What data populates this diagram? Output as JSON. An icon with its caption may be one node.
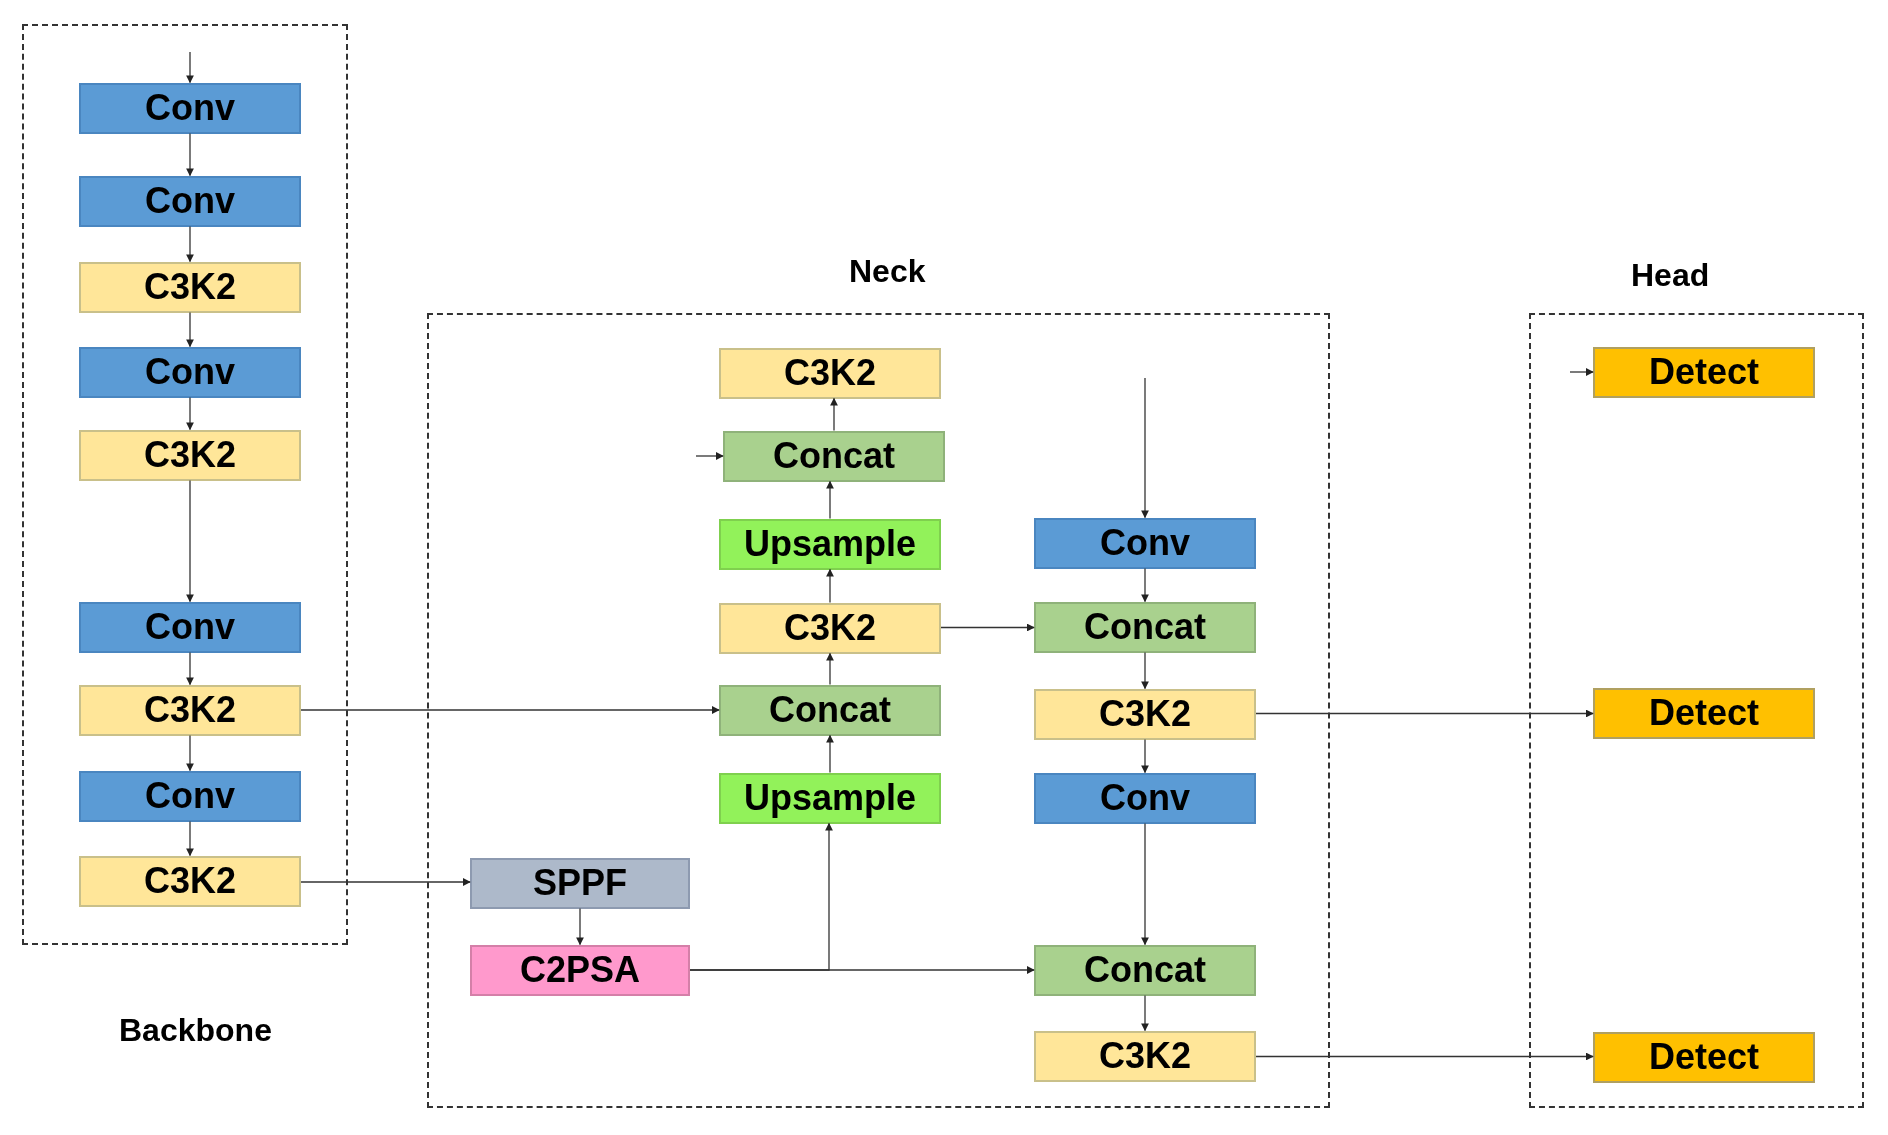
{
  "diagram": {
    "nodes": [
      {
        "text": [
          "Backbone"
        ]
      },
      {
        "text": [
          "Conv"
        ],
        "in": 0
      },
      {
        "text": [
          "Conv"
        ],
        "in": 0
      },
      {
        "text": [
          "C3K2"
        ],
        "in": 0
      },
      {
        "text": [
          "Conv"
        ],
        "in": 0
      },
      {
        "text": [
          "C3K2"
        ],
        "in": 0
      },
      {
        "text": [
          "Conv"
        ],
        "in": 0
      },
      {
        "text": [
          "C3K2"
        ],
        "in": 0
      },
      {
        "text": [
          "Conv"
        ],
        "in": 0
      },
      {
        "text": [
          "C3K2"
        ],
        "in": 0
      },
      {
        "text": [
          "Neck"
        ]
      },
      {
        "text": [
          "C3K2"
        ],
        "in": 10
      },
      {
        "text": [
          "Concat"
        ],
        "in": 10
      },
      {
        "text": [
          "Upsample"
        ],
        "in": 10
      },
      {
        "text": [
          "C3K2"
        ],
        "in": 10
      },
      {
        "text": [
          "Concat"
        ],
        "in": 10
      },
      {
        "text": [
          "Upsample"
        ],
        "in": 10
      },
      {
        "text": [
          "SPPF"
        ],
        "in": 10
      },
      {
        "text": [
          "C2PSA"
        ],
        "in": 10
      },
      {
        "text": [
          "Conv"
        ],
        "in": 10
      },
      {
        "text": [
          "Concat"
        ],
        "in": 10
      },
      {
        "text": [
          "C3K2"
        ],
        "in": 10
      },
      {
        "text": [
          "Conv"
        ],
        "in": 10
      },
      {
        "text": [
          "Concat"
        ],
        "in": 10
      },
      {
        "text": [
          "C3K2"
        ],
        "in": 10
      },
      {
        "text": [
          "Head"
        ]
      },
      {
        "text": [
          "Detect"
        ],
        "in": 25
      },
      {
        "text": [
          "Detect"
        ],
        "in": 25
      },
      {
        "text": [
          "Detect"
        ],
        "in": 25
      }
    ],
    "edges": [
      {
        "from": null,
        "to": 1,
        "arrow": "to"
      },
      {
        "from": 1,
        "to": 2,
        "arrow": "to"
      },
      {
        "from": 2,
        "to": 3,
        "arrow": "to"
      },
      {
        "from": 3,
        "to": 4,
        "arrow": "to"
      },
      {
        "from": 4,
        "to": 5,
        "arrow": "to"
      },
      {
        "from": 5,
        "to": 6,
        "arrow": "to"
      },
      {
        "from": 6,
        "to": 7,
        "arrow": "to"
      },
      {
        "from": 7,
        "to": 8,
        "arrow": "to"
      },
      {
        "from": 8,
        "to": 9,
        "arrow": "to"
      },
      {
        "from": 7,
        "to": 15,
        "arrow": "to"
      },
      {
        "from": 9,
        "to": 17,
        "arrow": "to"
      },
      {
        "from": 17,
        "to": 18,
        "arrow": "to"
      },
      {
        "from": 18,
        "to": 16,
        "arrow": "to"
      },
      {
        "from": 18,
        "to": 23,
        "arrow": "to"
      },
      {
        "from": 16,
        "to": 15,
        "arrow": "to"
      },
      {
        "from": 15,
        "to": 14,
        "arrow": "to"
      },
      {
        "from": 14,
        "to": 13,
        "arrow": "to"
      },
      {
        "from": 13,
        "to": 12,
        "arrow": "to"
      },
      {
        "from": 12,
        "to": 11,
        "arrow": "to"
      },
      {
        "from": null,
        "to": 12,
        "arrow": "to"
      },
      {
        "from": 14,
        "to": 20,
        "arrow": "to"
      },
      {
        "from": null,
        "to": 19,
        "arrow": "to"
      },
      {
        "from": 19,
        "to": 20,
        "arrow": "to"
      },
      {
        "from": 20,
        "to": 21,
        "arrow": "to"
      },
      {
        "from": 21,
        "to": 22,
        "arrow": "to"
      },
      {
        "from": 22,
        "to": 23,
        "arrow": "to"
      },
      {
        "from": 23,
        "to": 24,
        "arrow": "to"
      },
      {
        "from": 21,
        "to": 27,
        "arrow": "to"
      },
      {
        "from": 24,
        "to": 28,
        "arrow": "to"
      },
      {
        "from": null,
        "to": 26,
        "arrow": "to"
      }
    ]
  }
}
